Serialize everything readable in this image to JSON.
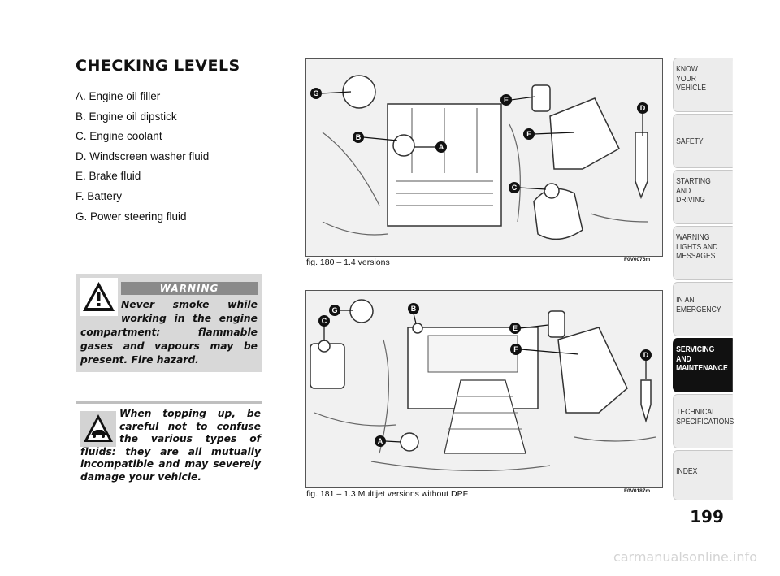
{
  "heading": "CHECKING LEVELS",
  "legend": [
    "A.  Engine oil filler",
    "B.  Engine oil dipstick",
    "C.  Engine coolant",
    "D.  Windscreen washer fluid",
    "E.  Brake fluid",
    "F.  Battery",
    "G.  Power steering fluid"
  ],
  "warning": {
    "banner": "WARNING",
    "text": "Never smoke while working in the engine compartment: flammable gases and vapours may be present. Fire hazard.",
    "icon": "warning-triangle-icon"
  },
  "note": {
    "text": "When topping up, be careful not to confuse the various types of fluids: they are all mutually incompatible and may severely damage your vehicle.",
    "icon": "car-triangle-icon"
  },
  "figures": [
    {
      "caption": "fig. 180 – 1.4 versions",
      "code": "F0V0076m",
      "callouts": [
        "G",
        "E",
        "D",
        "B",
        "A",
        "F",
        "C"
      ]
    },
    {
      "caption": "fig. 181 – 1.3 Multijet versions without DPF",
      "code": "F0V0187m",
      "callouts": [
        "G",
        "B",
        "C",
        "E",
        "F",
        "D",
        "A"
      ]
    }
  ],
  "tabs": [
    {
      "lines": [
        "KNOW",
        "YOUR",
        "VEHICLE"
      ],
      "active": false
    },
    {
      "lines": [
        "SAFETY"
      ],
      "active": false
    },
    {
      "lines": [
        "STARTING",
        "AND",
        "DRIVING"
      ],
      "active": false
    },
    {
      "lines": [
        "WARNING",
        "LIGHTS AND",
        "MESSAGES"
      ],
      "active": false
    },
    {
      "lines": [
        "IN AN",
        "EMERGENCY"
      ],
      "active": false
    },
    {
      "lines": [
        "SERVICING",
        "AND",
        "MAINTENANCE"
      ],
      "active": true
    },
    {
      "lines": [
        "TECHNICAL",
        "SPECIFICATIONS"
      ],
      "active": false
    },
    {
      "lines": [
        "INDEX"
      ],
      "active": false
    }
  ],
  "page_number": "199",
  "watermark": "carmanualsonline.info"
}
